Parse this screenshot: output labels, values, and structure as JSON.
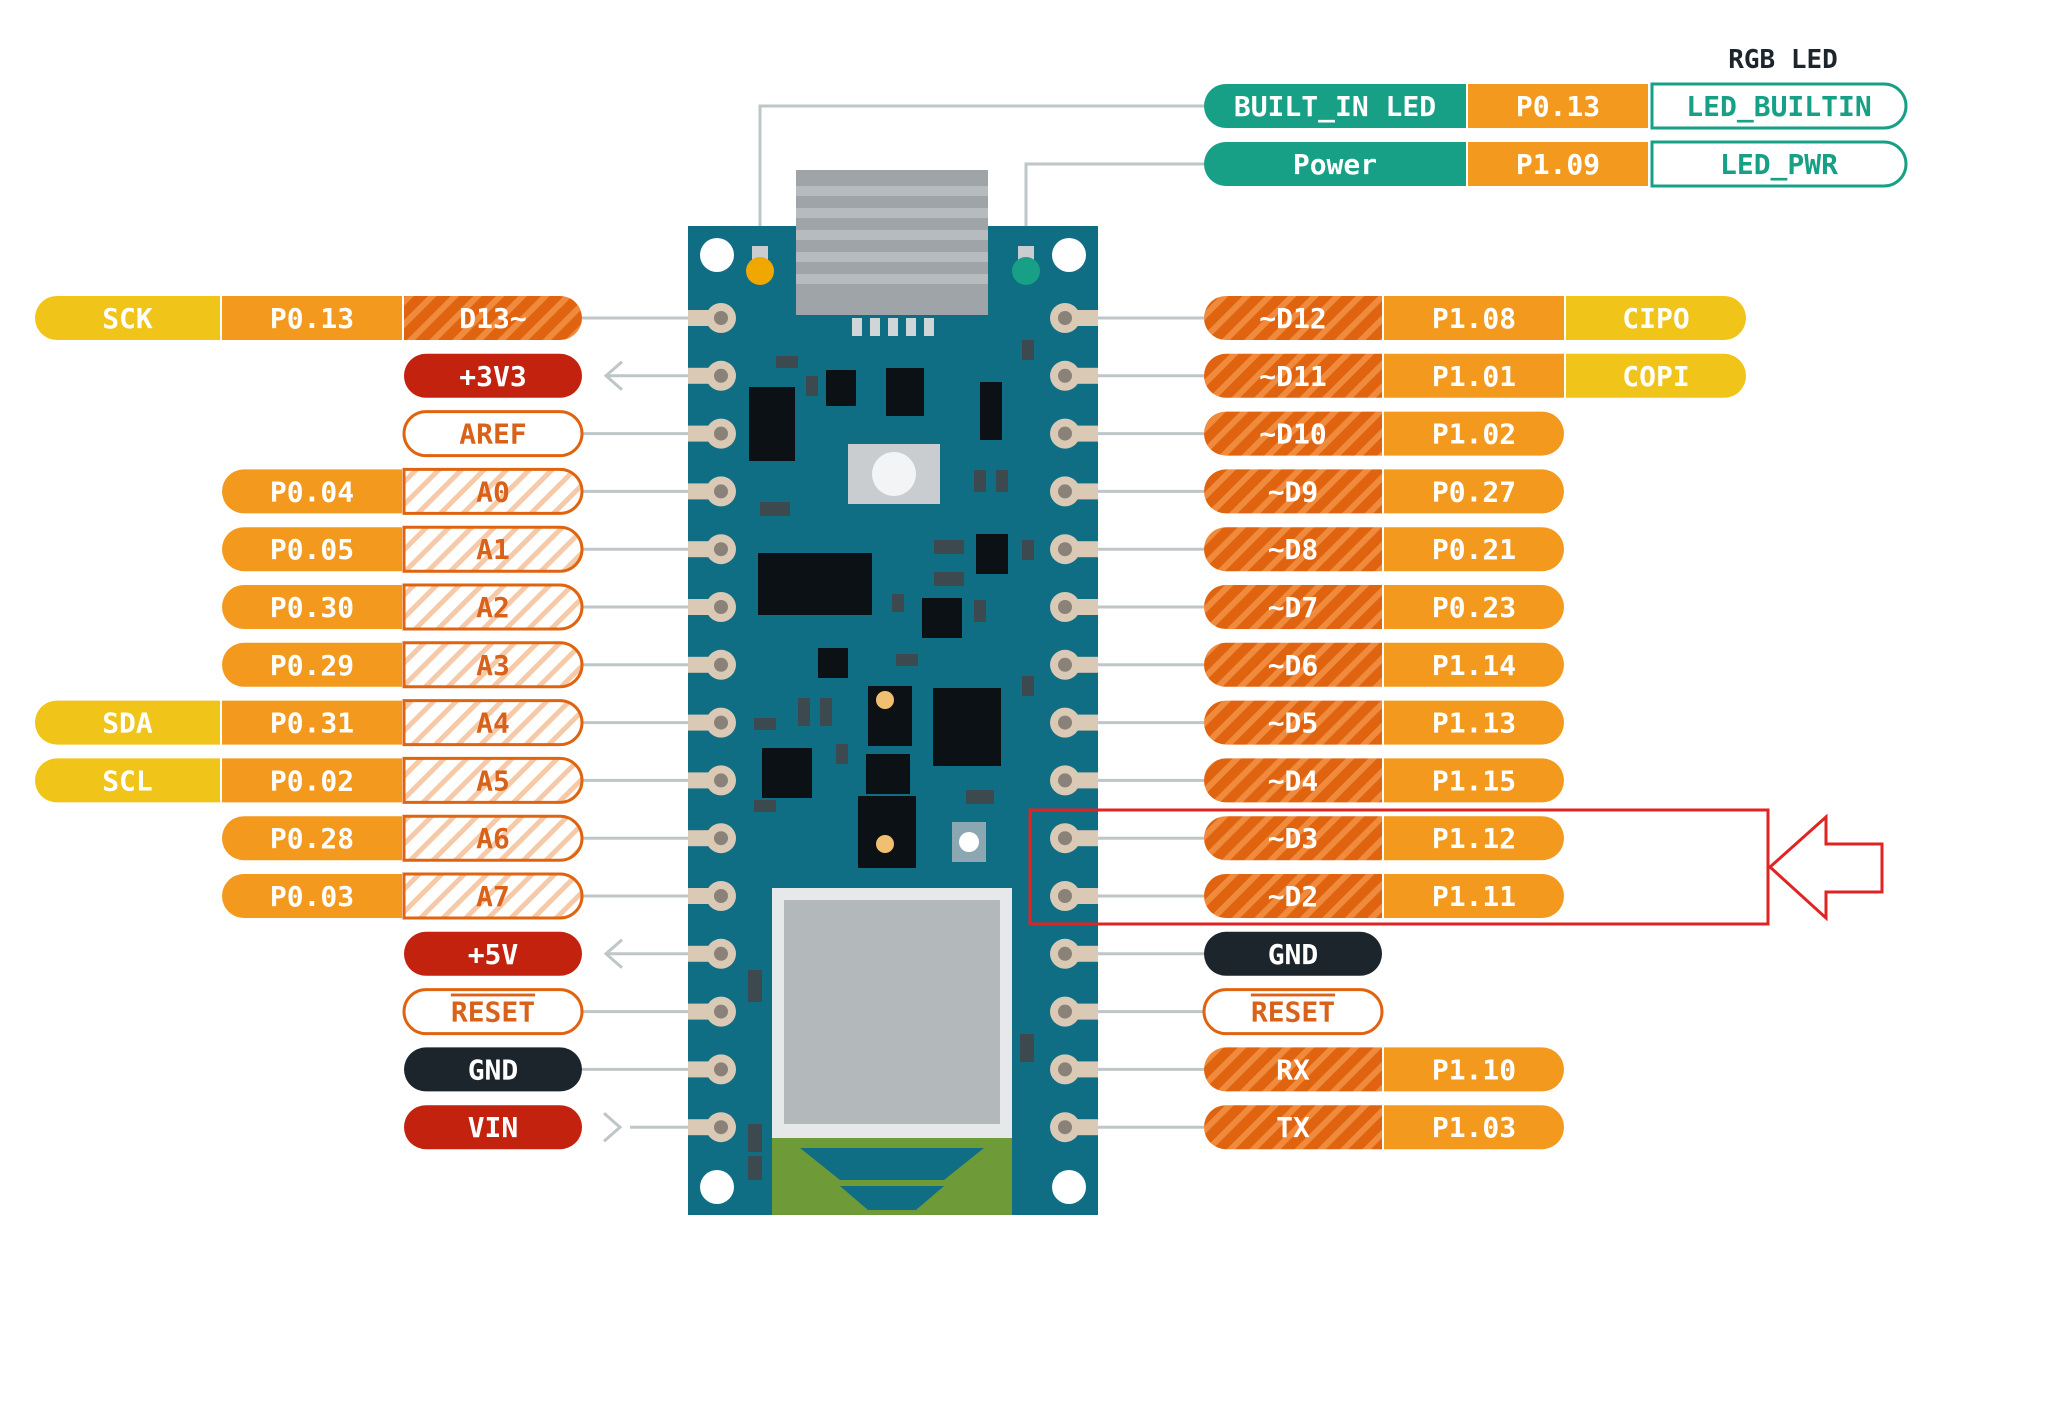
{
  "colors": {
    "yellow": "#F0C419",
    "orange": "#F39A1E",
    "digital": "#E0640F",
    "digital_stripe": "#F08A3C",
    "analog_text": "#D9621A",
    "analog_stripe": "#F6C9A8",
    "power": "#C3220F",
    "ground": "#1D252C",
    "teal": "#17A085",
    "teal_text": "#17A085",
    "board": "#0F6E84",
    "pad": "#D9C9B5",
    "highlight": "#E02424",
    "connector": "#BFC6C8"
  },
  "header": {
    "rgb_led": "RGB LED"
  },
  "top_leds": [
    {
      "function": "BUILT_IN LED",
      "port": "P0.13",
      "alias": "LED_BUILTIN",
      "indicator": "yellow"
    },
    {
      "function": "Power",
      "port": "P1.09",
      "alias": "LED_PWR",
      "indicator": "green"
    }
  ],
  "left_pins": [
    {
      "name": "D13~",
      "type": "digital",
      "port": "P0.13",
      "alt": "SCK"
    },
    {
      "name": "+3V3",
      "type": "power",
      "direction": "out"
    },
    {
      "name": "AREF",
      "type": "outline"
    },
    {
      "name": "A0",
      "type": "analog",
      "port": "P0.04"
    },
    {
      "name": "A1",
      "type": "analog",
      "port": "P0.05"
    },
    {
      "name": "A2",
      "type": "analog",
      "port": "P0.30"
    },
    {
      "name": "A3",
      "type": "analog",
      "port": "P0.29"
    },
    {
      "name": "A4",
      "type": "analog",
      "port": "P0.31",
      "alt": "SDA"
    },
    {
      "name": "A5",
      "type": "analog",
      "port": "P0.02",
      "alt": "SCL"
    },
    {
      "name": "A6",
      "type": "analog",
      "port": "P0.28"
    },
    {
      "name": "A7",
      "type": "analog",
      "port": "P0.03"
    },
    {
      "name": "+5V",
      "type": "power",
      "direction": "out"
    },
    {
      "name": "RESET",
      "type": "outline",
      "overline": true
    },
    {
      "name": "GND",
      "type": "ground"
    },
    {
      "name": "VIN",
      "type": "power",
      "direction": "in"
    }
  ],
  "right_pins": [
    {
      "name": "~D12",
      "type": "digital",
      "port": "P1.08",
      "alt": "CIPO"
    },
    {
      "name": "~D11",
      "type": "digital",
      "port": "P1.01",
      "alt": "COPI"
    },
    {
      "name": "~D10",
      "type": "digital",
      "port": "P1.02"
    },
    {
      "name": "~D9",
      "type": "digital",
      "port": "P0.27"
    },
    {
      "name": "~D8",
      "type": "digital",
      "port": "P0.21"
    },
    {
      "name": "~D7",
      "type": "digital",
      "port": "P0.23"
    },
    {
      "name": "~D6",
      "type": "digital",
      "port": "P1.14"
    },
    {
      "name": "~D5",
      "type": "digital",
      "port": "P1.13"
    },
    {
      "name": "~D4",
      "type": "digital",
      "port": "P1.15"
    },
    {
      "name": "~D3",
      "type": "digital",
      "port": "P1.12",
      "highlighted": true
    },
    {
      "name": "~D2",
      "type": "digital",
      "port": "P1.11",
      "highlighted": true
    },
    {
      "name": "GND",
      "type": "ground"
    },
    {
      "name": "RESET",
      "type": "outline",
      "overline": true
    },
    {
      "name": "RX",
      "type": "digital",
      "port": "P1.10"
    },
    {
      "name": "TX",
      "type": "digital",
      "port": "P1.03"
    }
  ]
}
